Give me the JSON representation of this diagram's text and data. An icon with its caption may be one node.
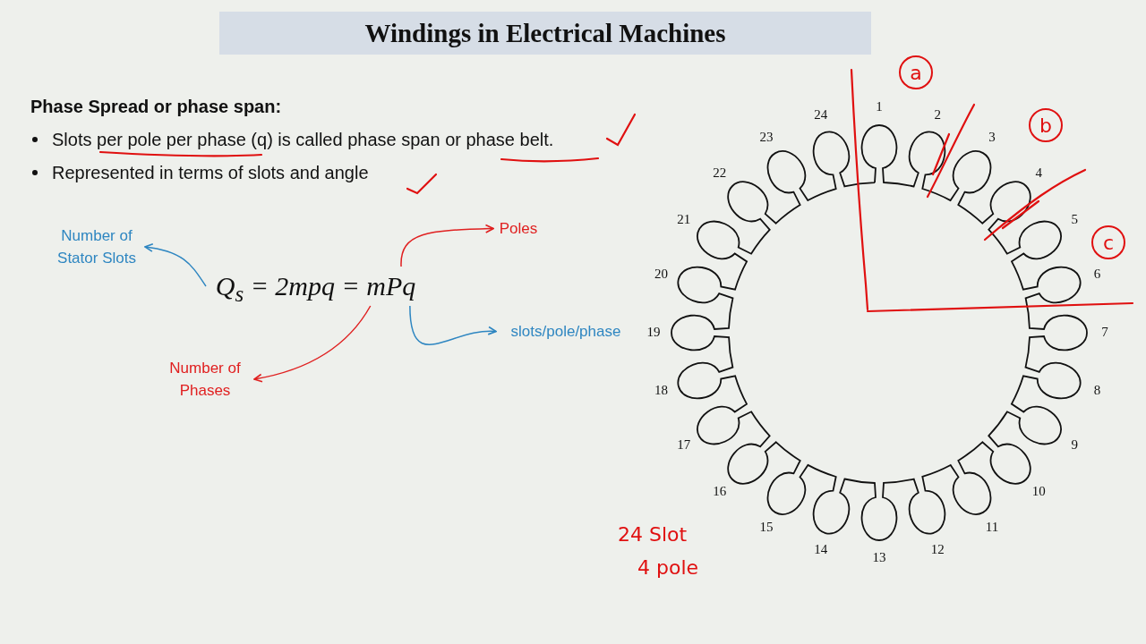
{
  "diagram": {
    "title": "Windings in Electrical Machines",
    "nodes": [
      {
        "text": [
          "Number of Stator Slots"
        ]
      },
      {
        "text": [
          "Poles"
        ]
      },
      {
        "text": [
          "Q$_{s}$ = 2mpq = mPq"
        ]
      },
      {
        "text": [
          "slots/pole/phase"
        ]
      },
      {
        "text": [
          "Number of Phases"
        ]
      }
    ],
    "edges": [
      {
        "from": 2,
        "to": 0,
        "arrow": "to",
        "color": "#2e86c1"
      },
      {
        "from": 2,
        "to": 1,
        "arrow": "to",
        "color": "#e02020"
      },
      {
        "from": 2,
        "to": 3,
        "arrow": "to",
        "color": "#2e86c1"
      },
      {
        "from": 2,
        "to": 4,
        "arrow": "to",
        "color": "#e02020"
      }
    ],
    "labels": [
      "Phase Spread or phase span:",
      "Slots per pole per phase (q) is called phase span or phase belt.",
      "Represented in terms of slots and angle",
      "1",
      "2",
      "3",
      "4",
      "5",
      "6",
      "7",
      "8",
      "9",
      "10",
      "11",
      "12",
      "13",
      "14",
      "15",
      "16",
      "17",
      "18",
      "19",
      "20",
      "21",
      "22",
      "23",
      "24",
      "a",
      "b",
      "c",
      "24 Slot",
      "4 pole"
    ]
  }
}
